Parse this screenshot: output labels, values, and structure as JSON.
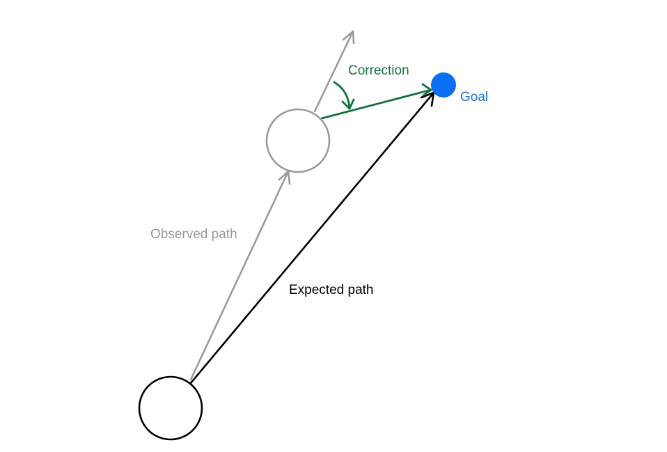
{
  "labels": {
    "correction": "Correction",
    "goal": "Goal",
    "observed_path": "Observed path",
    "expected_path": "Expected path"
  },
  "colors": {
    "observed": "#9a9a9a",
    "expected": "#000000",
    "correction": "#13703d",
    "goal_fill": "#0a6ff0",
    "goal_label": "#1a6fd0",
    "background": "#ffffff"
  }
}
